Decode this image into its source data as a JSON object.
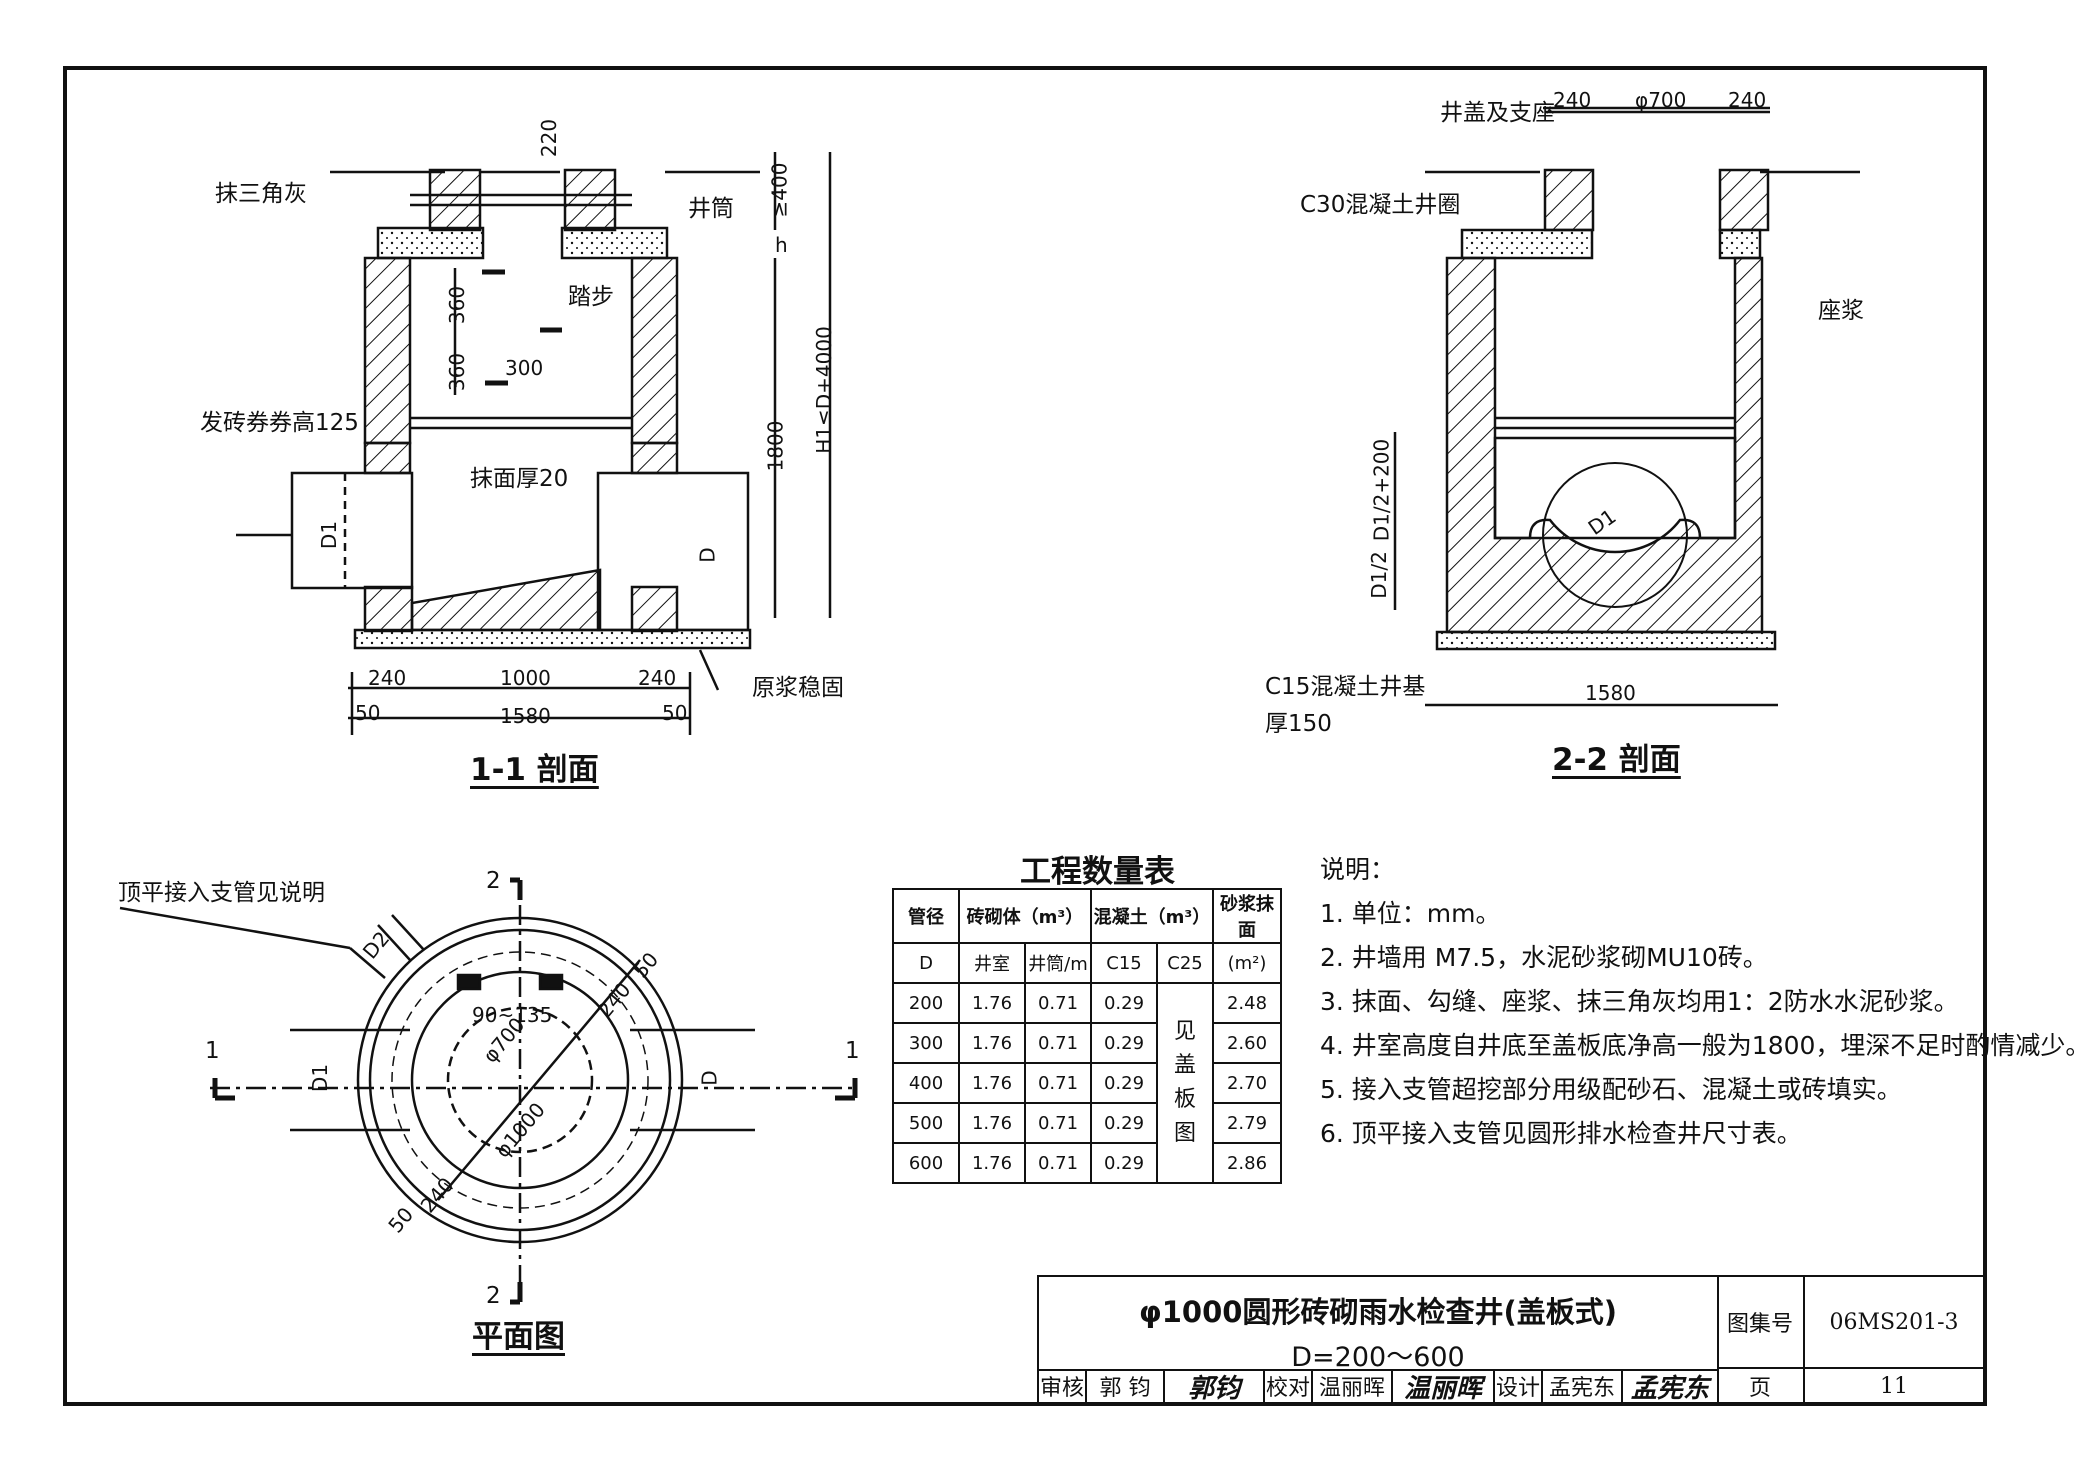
{
  "section_1_1": {
    "caption": "1-1 剖面",
    "labels": {
      "triangle_plaster": "抹三角灰",
      "well_shaft": "井筒",
      "step": "踏步",
      "arch": "发砖券券高125",
      "plaster_thick": "抹面厚20",
      "tamped_soil": "原浆稳固"
    },
    "dims": {
      "d220": "220",
      "d400": "≥400",
      "h": "h",
      "h1": "H1≤D+4000",
      "d360a": "360",
      "d360b": "360",
      "d300": "300",
      "d1800": "1800",
      "D1": "D1",
      "D": "D",
      "b240l": "240",
      "b1000": "1000",
      "b240r": "240",
      "b50l": "50",
      "b1580": "1580",
      "b50r": "50"
    }
  },
  "section_2_2": {
    "caption": "2-2 剖面",
    "labels": {
      "cover": "井盖及支座",
      "ring": "C30混凝土井圈",
      "mortar": "座浆",
      "base": "C15混凝土井基",
      "base_thick": "厚150"
    },
    "dims": {
      "t240l": "240",
      "t700": "φ700",
      "t240r": "240",
      "v1": "D1/2+200",
      "v2": "D1/2",
      "D1": "D1",
      "b1580": "1580"
    }
  },
  "plan": {
    "caption": "平面图",
    "labels": {
      "top_pipe_note": "顶平接入支管见说明"
    },
    "dims": {
      "sec2_top": "2",
      "sec2_bot": "2",
      "sec1_l": "1",
      "sec1_r": "1",
      "D2": "D2",
      "angle": "90~135",
      "d700": "φ700",
      "d240a": "240",
      "d50a": "50",
      "d1000": "φ1000",
      "d240b": "240",
      "d50b": "50",
      "D1": "D1",
      "D": "D"
    }
  },
  "quantity_table": {
    "title": "工程数量表",
    "head": {
      "pipe": "管径",
      "pipe_sub": "D",
      "brick": "砖砌体（m³）",
      "concrete": "混凝土（m³）",
      "mortar": "砂浆抹面",
      "mortar_unit": "(m²)",
      "room": "井室",
      "shaft": "井筒/m",
      "c15": "C15",
      "c25": "C25"
    },
    "c25_note": [
      "见",
      "盖",
      "板",
      "图"
    ],
    "rows": [
      {
        "d": "200",
        "room": "1.76",
        "shaft": "0.71",
        "c15": "0.29",
        "mortar": "2.48"
      },
      {
        "d": "300",
        "room": "1.76",
        "shaft": "0.71",
        "c15": "0.29",
        "mortar": "2.60"
      },
      {
        "d": "400",
        "room": "1.76",
        "shaft": "0.71",
        "c15": "0.29",
        "mortar": "2.70"
      },
      {
        "d": "500",
        "room": "1.76",
        "shaft": "0.71",
        "c15": "0.29",
        "mortar": "2.79"
      },
      {
        "d": "600",
        "room": "1.76",
        "shaft": "0.71",
        "c15": "0.29",
        "mortar": "2.86"
      }
    ]
  },
  "notes": {
    "title": "说明：",
    "items": [
      "1. 单位：mm。",
      "2. 井墙用 M7.5，水泥砂浆砌MU10砖。",
      "3. 抹面、勾缝、座浆、抹三角灰均用1：2防水水泥砂浆。",
      "4. 井室高度自井底至盖板底净高一般为1800，埋深不足时酌情减少。",
      "5. 接入支管超挖部分用级配砂石、混凝土或砖填实。",
      "6. 顶平接入支管见圆形排水检查井尺寸表。"
    ]
  },
  "title_block": {
    "title": "φ1000圆形砖砌雨水检查井(盖板式)",
    "subtitle": "D=200～600",
    "atlas_label": "图集号",
    "atlas_no": "06MS201-3",
    "page_label": "页",
    "page_no": "11",
    "review_label": "审核",
    "reviewer": "郭 钧",
    "reviewer_sig": "郭钧",
    "check_label": "校对",
    "checker": "温丽晖",
    "checker_sig": "温丽晖",
    "design_label": "设计",
    "designer": "孟宪东",
    "designer_sig": "孟宪东"
  }
}
